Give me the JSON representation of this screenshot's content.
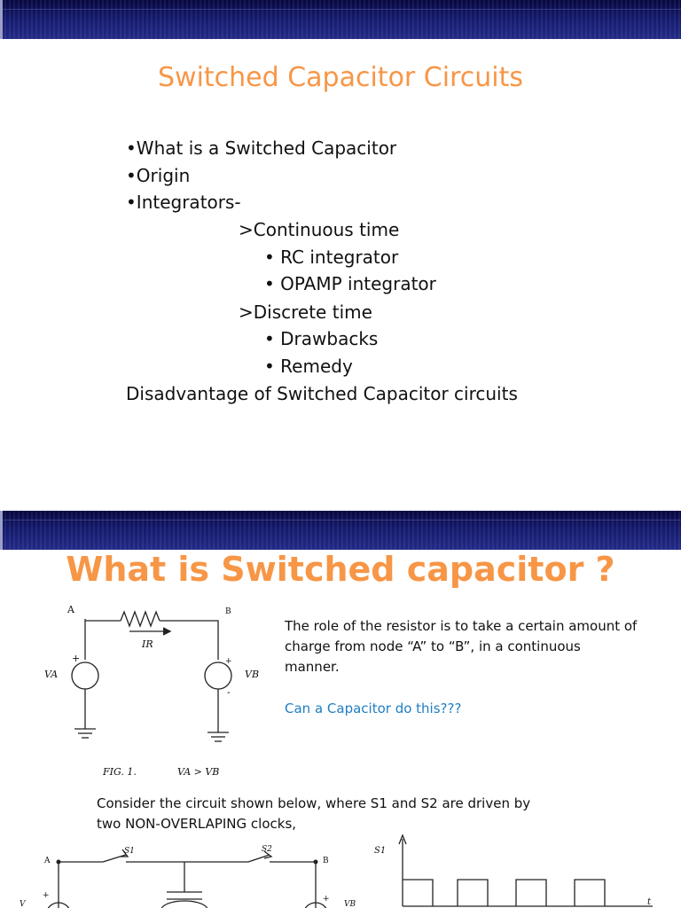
{
  "slide1": {
    "title": "Switched Capacitor Circuits",
    "bullets": [
      "•What is a Switched Capacitor",
      "•Origin",
      "•Integrators-",
      ">Continuous time",
      "• RC integrator",
      "• OPAMP integrator",
      ">Discrete time",
      "• Drawbacks",
      "• Remedy",
      "Disadvantage of Switched Capacitor circuits"
    ]
  },
  "slide2": {
    "title": "What is Switched capacitor ?",
    "paragraph": "The role of the resistor is to take a certain amount of charge from node “A” to “B”, in a continuous manner.",
    "question": "Can a Capacitor do this???",
    "consider": "Consider the circuit shown below, where S1 and S2 are driven by two NON-OVERLAPING clocks,",
    "fig1": {
      "node_a": "A",
      "node_b": "B",
      "current": "IR",
      "va": "VA",
      "vb": "VB",
      "plus": "+",
      "minus": "-",
      "caption": "FIG. 1.",
      "condition": "VA > VB"
    },
    "fig2": {
      "node_a": "A",
      "node_b": "B",
      "s1": "S1",
      "s2": "S2",
      "v": "V",
      "vb": "VB",
      "plus": "+"
    },
    "clock": {
      "label": "S1",
      "t_axis": "t"
    }
  }
}
